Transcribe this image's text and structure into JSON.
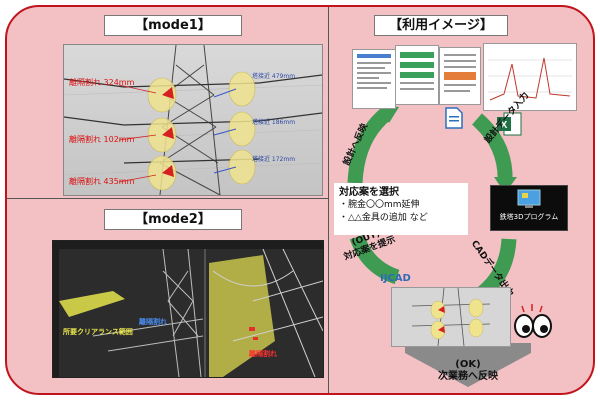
{
  "mode1": {
    "title": "【mode1】",
    "labels_left": [
      "離隔割れ 324mm",
      "離隔割れ 102mm",
      "離隔割れ 435mm"
    ],
    "labels_right": [
      "塔接近 479mm",
      "塔接近 186mm",
      "塔接近 172mm"
    ]
  },
  "mode2": {
    "title": "【mode2】",
    "label_yellow": "所要クリアランス範囲",
    "label_blue": "離隔割れ",
    "label_red": "離隔割れ"
  },
  "usage": {
    "title": "【利用イメージ】",
    "label_design_input": "設計データ入力",
    "label_cad_output": "CADデータ出力",
    "label_feedback": "設計へ反映",
    "label_propose": "(OUT)\n対応案を提示",
    "label_next": "(OK)\n次業務へ反映",
    "program_label": "鉄塔3Dプログラム",
    "ijcad_label": "IJCAD",
    "callout": {
      "title": "対応案を選択",
      "line1": "・腕金〇〇mm延伸",
      "line2": "・△△金具の追加 など"
    }
  },
  "colors": {
    "frame_border": "#c0141c",
    "frame_fill": "#f3c0c4",
    "arrow_green": "#3f9a52",
    "arrow_gray": "#8a8a8a",
    "excel_green": "#1e7145",
    "doc_blue": "#2b6fc0"
  },
  "icons": [
    "document-icon",
    "excel-icon",
    "computer-icon",
    "eyes-icon",
    "ijcad-logo-icon"
  ]
}
